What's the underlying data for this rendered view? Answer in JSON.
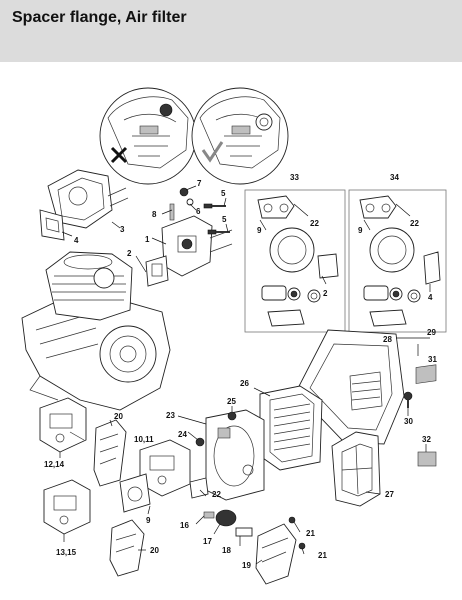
{
  "title": "Spacer flange, Air filter",
  "callouts": {
    "c1": "1",
    "c2a": "2",
    "c2b": "2",
    "c3": "3",
    "c4a": "4",
    "c4b": "4",
    "c5a": "5",
    "c5b": "5",
    "c6": "6",
    "c7": "7",
    "c8": "8",
    "c9a": "9",
    "c9b": "9",
    "c9c": "9",
    "c1011": "10,11",
    "c1214": "12,14",
    "c1315": "13,15",
    "c16": "16",
    "c17": "17",
    "c18": "18",
    "c19": "19",
    "c20a": "20",
    "c20b": "20",
    "c21a": "21",
    "c21b": "21",
    "c22a": "22",
    "c22b": "22",
    "c22c": "22",
    "c23": "23",
    "c24": "24",
    "c25": "25",
    "c26": "26",
    "c27": "27",
    "c28": "28",
    "c29": "29",
    "c30": "30",
    "c31": "31",
    "c32": "32",
    "c33": "33",
    "c34": "34"
  },
  "icons": {
    "wrong": "cross-mark-icon",
    "correct": "check-mark-icon"
  }
}
